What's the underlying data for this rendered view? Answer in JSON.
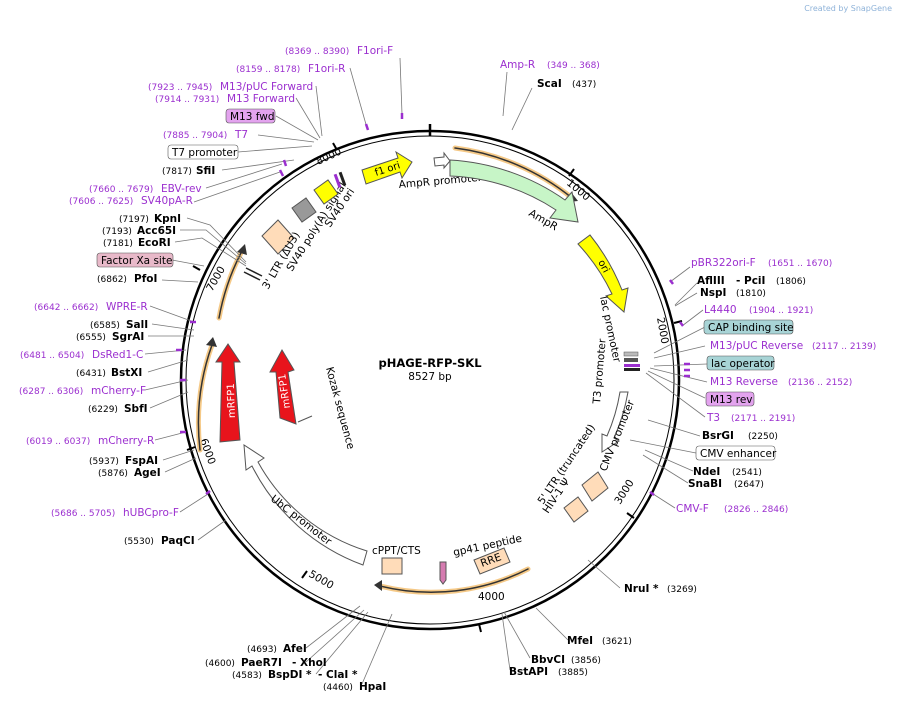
{
  "watermark": {
    "prefix": "Created by",
    "brand": "SnapGene"
  },
  "plasmid": {
    "name": "pHAGE-RFP-SKL",
    "size": "8527 bp"
  },
  "ticks": [
    "1000",
    "2000",
    "3000",
    "4000",
    "5000",
    "6000",
    "7000",
    "8000"
  ],
  "colors": {
    "primer": "#9b2fcf",
    "enzyme": "#000000",
    "orf_red": "#e8141c",
    "ori_yellow": "#ffff00",
    "ampr_green": "#c7f5c7",
    "promoter": "#ffffff",
    "ltr": "#ffdcb9"
  },
  "features": {
    "f1ori": "f1 ori",
    "ampr_promoter": "AmpR promoter",
    "ampr": "AmpR",
    "ori": "ori",
    "lac_promoter": "lac promoter",
    "t3_promoter": "T3 promoter",
    "cmv_promoter": "CMV promoter",
    "ltr5": "5' LTR (truncated)",
    "hiv_psi": "HIV-1 Ψ",
    "rre": "RRE",
    "gp41": "gp41 peptide",
    "cppt": "cPPT/CTS",
    "ubc": "UbC promoter",
    "mrfp1_a": "mRFP1",
    "mrfp1_b": "mRFP1",
    "kozak": "Kozak sequence",
    "ltr3": "3' LTR (ΔU3)",
    "sv40pa": "SV40 poly(A) signal",
    "sv40ori": "SV40 ori"
  },
  "right_labels": [
    {
      "name": "Amp-R",
      "coords": "(349 .. 368)"
    },
    {
      "name": "ScaI",
      "coords": "(437)"
    },
    {
      "name": "pBR322ori-F",
      "coords": "(1651 .. 1670)"
    },
    {
      "name": "AflIII",
      "coords": "- PciI",
      "extra": "(1806)"
    },
    {
      "name": "NspI",
      "coords": "(1810)"
    },
    {
      "name": "L4440",
      "coords": "(1904 .. 1921)"
    },
    {
      "name": "CAP binding site"
    },
    {
      "name": "M13/pUC Reverse",
      "coords": "(2117 .. 2139)"
    },
    {
      "name": "lac operator"
    },
    {
      "name": "M13 Reverse",
      "coords": "(2136 .. 2152)"
    },
    {
      "name": "M13 rev"
    },
    {
      "name": "T3",
      "coords": "(2171 .. 2191)"
    },
    {
      "name": "BsrGI",
      "coords": "(2250)"
    },
    {
      "name": "CMV enhancer"
    },
    {
      "name": "NdeI",
      "coords": "(2541)"
    },
    {
      "name": "SnaBI",
      "coords": "(2647)"
    },
    {
      "name": "CMV-F",
      "coords": "(2826 .. 2846)"
    },
    {
      "name": "NruI *",
      "coords": "(3269)"
    },
    {
      "name": "MfeI",
      "coords": "(3621)"
    },
    {
      "name": "BbvCI",
      "coords": "(3856)"
    },
    {
      "name": "BstAPI",
      "coords": "(3885)"
    }
  ],
  "left_labels": [
    {
      "name": "F1ori-F",
      "coords": "(8369 .. 8390)"
    },
    {
      "name": "F1ori-R",
      "coords": "(8159 .. 8178)"
    },
    {
      "name": "M13/pUC Forward",
      "coords": "(7923 .. 7945)"
    },
    {
      "name": "M13 Forward",
      "coords": "(7914 .. 7931)"
    },
    {
      "name": "M13 fwd"
    },
    {
      "name": "T7",
      "coords": "(7885 .. 7904)"
    },
    {
      "name": "T7 promoter"
    },
    {
      "name": "SfiI",
      "coords": "(7817)"
    },
    {
      "name": "EBV-rev",
      "coords": "(7660 .. 7679)"
    },
    {
      "name": "SV40pA-R",
      "coords": "(7606 .. 7625)"
    },
    {
      "name": "KpnI",
      "coords": "(7197)"
    },
    {
      "name": "Acc65I",
      "coords": "(7193)"
    },
    {
      "name": "EcoRI",
      "coords": "(7181)"
    },
    {
      "name": "Factor Xa site"
    },
    {
      "name": "PfoI",
      "coords": "(6862)"
    },
    {
      "name": "WPRE-R",
      "coords": "(6642 .. 6662)"
    },
    {
      "name": "SalI",
      "coords": "(6585)"
    },
    {
      "name": "SgrAI",
      "coords": "(6555)"
    },
    {
      "name": "DsRed1-C",
      "coords": "(6481 .. 6504)"
    },
    {
      "name": "BstXI",
      "coords": "(6431)"
    },
    {
      "name": "mCherry-F",
      "coords": "(6287 .. 6306)"
    },
    {
      "name": "SbfI",
      "coords": "(6229)"
    },
    {
      "name": "mCherry-R",
      "coords": "(6019 .. 6037)"
    },
    {
      "name": "FspAI",
      "coords": "(5937)"
    },
    {
      "name": "AgeI",
      "coords": "(5876)"
    },
    {
      "name": "hUBCpro-F",
      "coords": "(5686 .. 5705)"
    },
    {
      "name": "PaqCI",
      "coords": "(5530)"
    },
    {
      "name": "AfeI",
      "coords": "(4693)"
    },
    {
      "name": "PaeR7I",
      "coords": "- XhoI",
      "extra": "(4600)"
    },
    {
      "name": "BspDI *",
      "coords": "- ClaI *",
      "extra": "(4583)"
    },
    {
      "name": "HpaI",
      "coords": "(4460)"
    }
  ]
}
